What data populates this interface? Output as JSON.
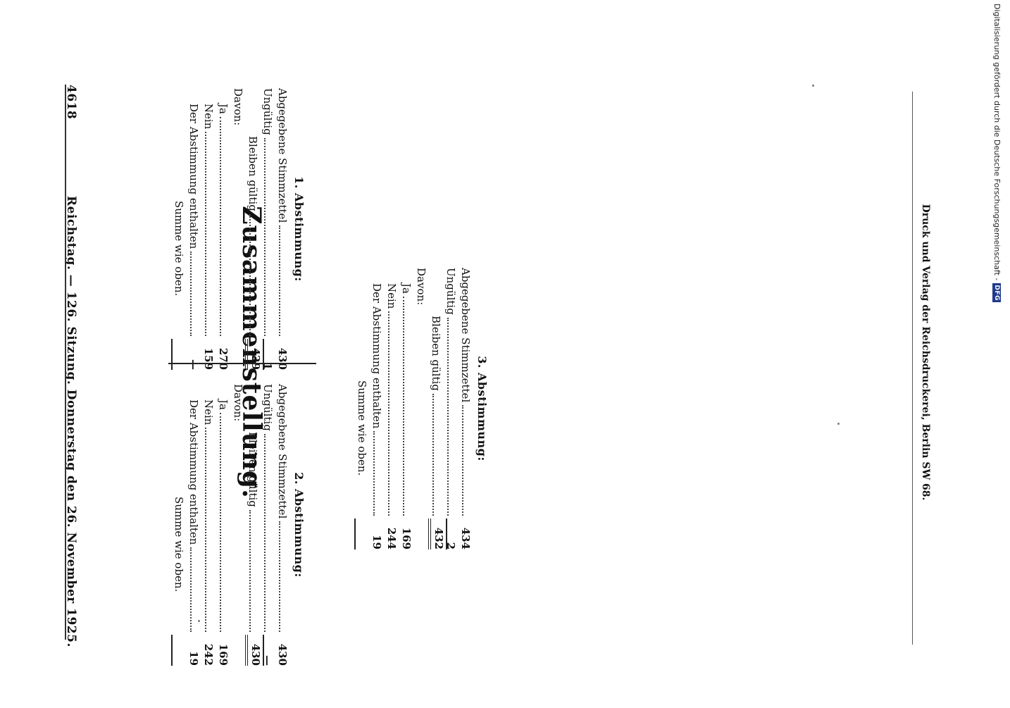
{
  "header": {
    "page_number": "4618",
    "running_head": "Reichstag. — 126. Sitzung. Donnerstag den 26. November 1925."
  },
  "title": "Zusammenstellung.",
  "votes": [
    {
      "title": "1. Abstimmung:",
      "abgegeben_label": "Abgegebene Stimmzettel",
      "abgegeben": "430",
      "ungueltig_label": "Ungültig",
      "ungueltig": "1",
      "gueltig_label": "Bleiben gültig",
      "gueltig": "429",
      "davon_label": "Davon:",
      "ja_label": "Ja",
      "ja": "270",
      "nein_label": "Nein",
      "nein": "159",
      "enthalten_label": "Der Abstimmung enthalten",
      "enthalten": "—",
      "summe_label": "Summe wie oben."
    },
    {
      "title": "2. Abstimmung:",
      "abgegeben_label": "Abgegebene Stimmzettel",
      "abgegeben": "430",
      "ungueltig_label": "Ungültig",
      "ungueltig": "—",
      "gueltig_label": "Bleiben gültig",
      "gueltig": "430",
      "davon_label": "Davon:",
      "ja_label": "Ja",
      "ja": "169",
      "nein_label": "Nein",
      "nein": "242",
      "enthalten_label": "Der Abstimmung enthalten",
      "enthalten": "19",
      "summe_label": "Summe wie oben."
    },
    {
      "title": "3. Abstimmung:",
      "abgegeben_label": "Abgegebene Stimmzettel",
      "abgegeben": "434",
      "ungueltig_label": "Ungültig",
      "ungueltig": "2",
      "gueltig_label": "Bleiben gültig",
      "gueltig": "432",
      "davon_label": "Davon:",
      "ja_label": "Ja",
      "ja": "169",
      "nein_label": "Nein",
      "nein": "244",
      "enthalten_label": "Der Abstimmung enthalten",
      "enthalten": "19",
      "summe_label": "Summe wie oben."
    }
  ],
  "footer": {
    "imprint": "Druck und Verlag der Reichsdruckerei, Berlin SW 68."
  },
  "margin_note": {
    "text": "Digitalisierung gefördert durch die Deutsche Forschungsgemeinschaft -",
    "logo": "DFG"
  }
}
